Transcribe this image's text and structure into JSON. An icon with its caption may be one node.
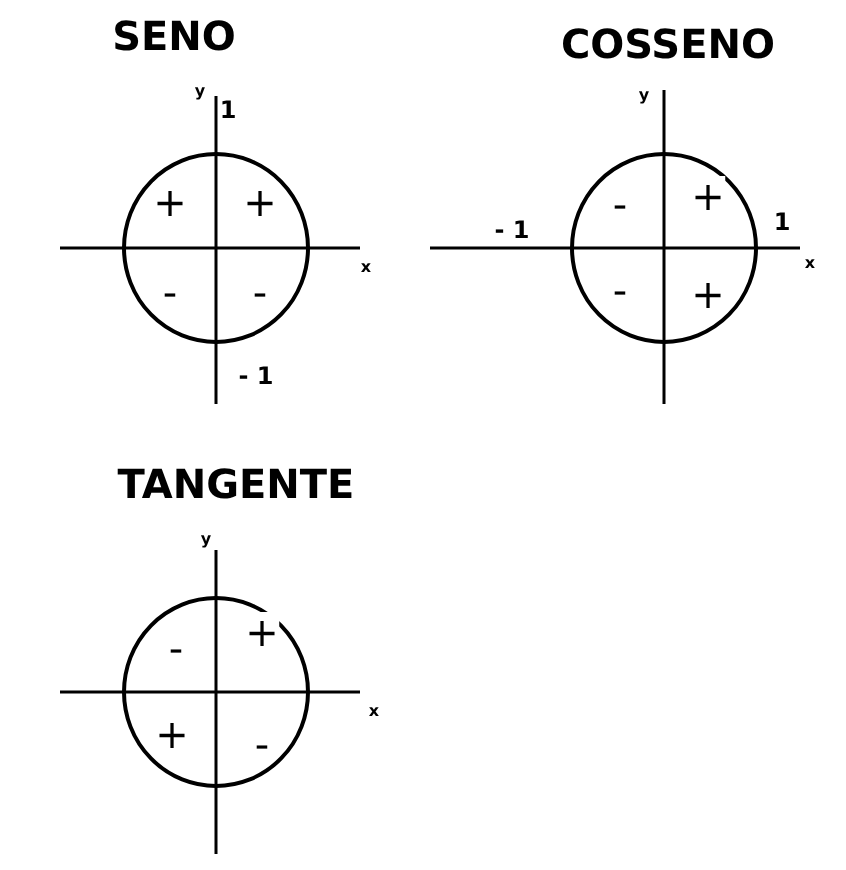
{
  "diagram": {
    "labels": [
      "SENO",
      "y",
      "1",
      "+",
      "+",
      "x",
      "-",
      "-",
      "- 1",
      "COSSENO",
      "y",
      "- 1",
      "-",
      "+",
      "1",
      "x",
      "-",
      "+",
      "TANGENTE",
      "y",
      "-",
      "+",
      "x",
      "+",
      "-"
    ]
  }
}
